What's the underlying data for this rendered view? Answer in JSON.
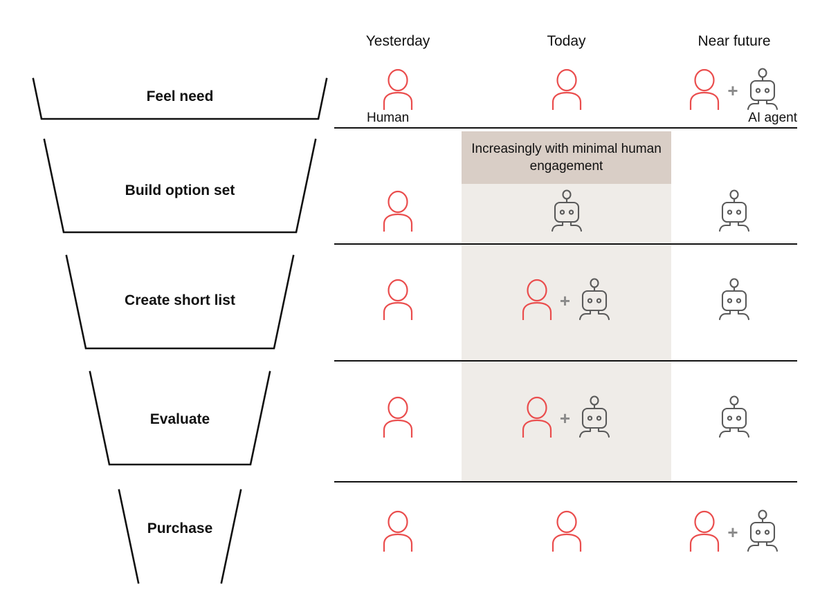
{
  "columns": [
    {
      "label": "Yesterday"
    },
    {
      "label": "Today"
    },
    {
      "label": "Near future"
    }
  ],
  "legend": {
    "human_label": "Human",
    "ai_label": "AI agent",
    "human_color": "#ea4d4d",
    "ai_color": "#5a5a5a",
    "plus_symbol": "+"
  },
  "callout": {
    "text": "Increasingly with minimal human engagement",
    "band_color": "#d9cec6",
    "column_color": "#efece8"
  },
  "stages": [
    {
      "label": "Feel need",
      "actors": [
        "human",
        "human",
        "human+ai"
      ]
    },
    {
      "label": "Build option set",
      "actors": [
        "human",
        "ai",
        "ai"
      ]
    },
    {
      "label": "Create short list",
      "actors": [
        "human",
        "human+ai",
        "ai"
      ]
    },
    {
      "label": "Evaluate",
      "actors": [
        "human",
        "human+ai",
        "ai"
      ]
    },
    {
      "label": "Purchase",
      "actors": [
        "human",
        "human",
        "human+ai"
      ]
    }
  ],
  "icons": {
    "human": "human-icon",
    "ai": "robot-icon",
    "plus": "plus-icon"
  }
}
